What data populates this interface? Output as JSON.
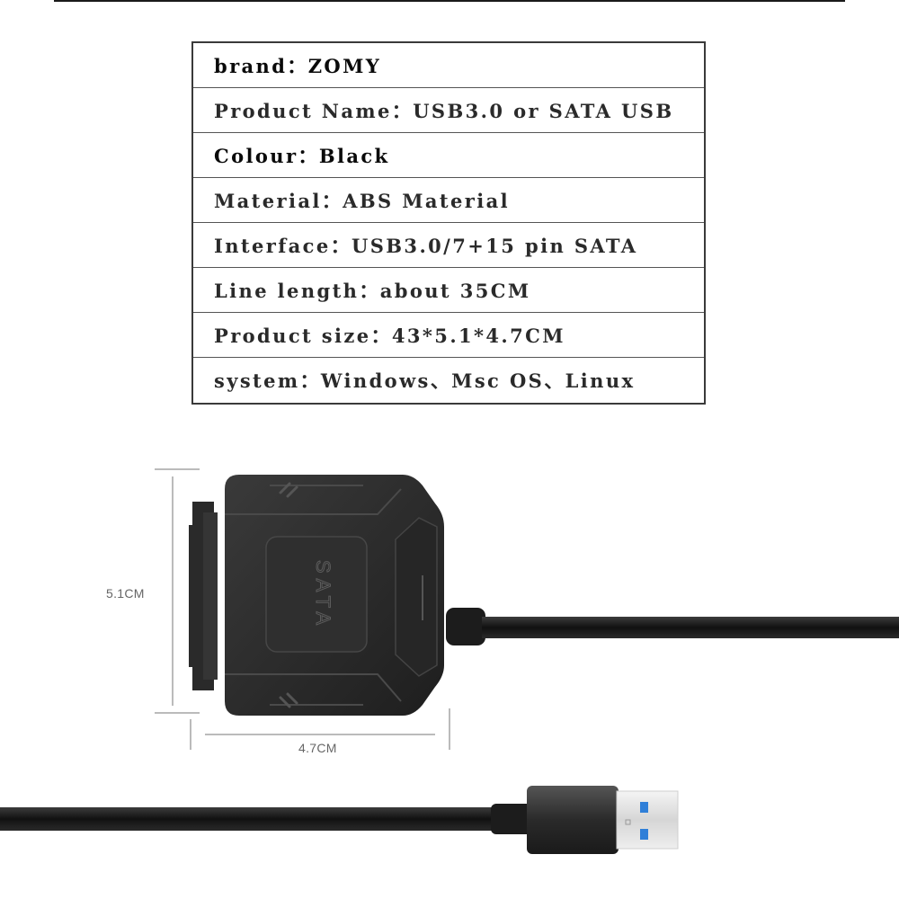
{
  "specs": [
    {
      "text": "brand：ZOMY"
    },
    {
      "text": "Product Name：USB3.0 or SATA USB"
    },
    {
      "text": "Colour：Black"
    },
    {
      "text": "Material：ABS Material"
    },
    {
      "text": "Interface：USB3.0/7+15 pin SATA"
    },
    {
      "text": "Line length：about 35CM"
    },
    {
      "text": "Product size：43*5.1*4.7CM"
    },
    {
      "text": "system：Windows、Msc OS、Linux"
    }
  ],
  "dimensions": {
    "height_label": "5.1CM",
    "width_label": "4.7CM"
  },
  "product": {
    "logo_text": "SATA",
    "body_color": "#2b2b2b",
    "usb_accent_color": "#2f7fd8"
  }
}
